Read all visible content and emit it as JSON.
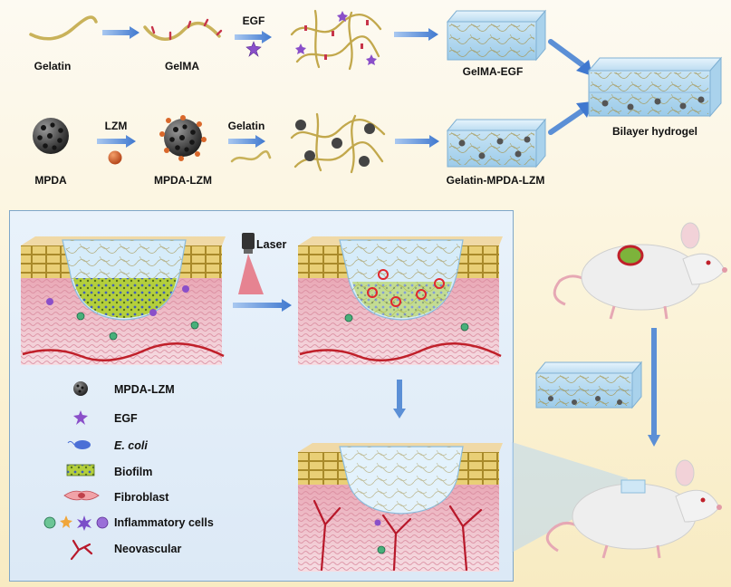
{
  "top": {
    "row1": {
      "gelatin": "Gelatin",
      "gelma": "GelMA",
      "egf": "EGF",
      "product": "GelMA-EGF"
    },
    "row2": {
      "mpda": "MPDA",
      "lzm": "LZM",
      "mpda_lzm": "MPDA-LZM",
      "gelatin": "Gelatin",
      "product": "Gelatin-MPDA-LZM"
    },
    "bilayer": "Bilayer hydrogel"
  },
  "panel": {
    "laser": "Laser",
    "legend": [
      {
        "icon": "mpda-lzm-icon",
        "label": "MPDA-LZM"
      },
      {
        "icon": "egf-icon",
        "label": "EGF"
      },
      {
        "icon": "ecoli-icon",
        "label": "E. coli"
      },
      {
        "icon": "biofilm-icon",
        "label": "Biofilm"
      },
      {
        "icon": "fibroblast-icon",
        "label": "Fibroblast"
      },
      {
        "icon": "inflammatory-cells-icon",
        "label": "Inflammatory cells"
      },
      {
        "icon": "neovascular-icon",
        "label": "Neovascular"
      }
    ]
  },
  "colors": {
    "arrow": "#5b8fd6",
    "hydrogel": "#bfe0f4",
    "skin": "#e7b9c4",
    "fat": "#e4c66a",
    "vessel": "#c0202a",
    "biofilm": "#6f9a2a"
  }
}
